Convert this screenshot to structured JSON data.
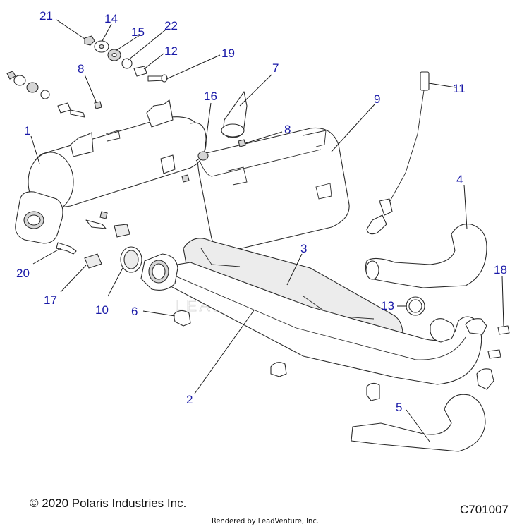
{
  "diagram": {
    "callouts": [
      {
        "id": "c21",
        "label": "21"
      },
      {
        "id": "c14",
        "label": "14"
      },
      {
        "id": "c15",
        "label": "15"
      },
      {
        "id": "c22",
        "label": "22"
      },
      {
        "id": "c12",
        "label": "12"
      },
      {
        "id": "c19",
        "label": "19"
      },
      {
        "id": "c8a",
        "label": "8"
      },
      {
        "id": "c7",
        "label": "7"
      },
      {
        "id": "c16",
        "label": "16"
      },
      {
        "id": "c9",
        "label": "9"
      },
      {
        "id": "c11",
        "label": "11"
      },
      {
        "id": "c1",
        "label": "1"
      },
      {
        "id": "c8b",
        "label": "8"
      },
      {
        "id": "c4",
        "label": "4"
      },
      {
        "id": "c3",
        "label": "3"
      },
      {
        "id": "c20",
        "label": "20"
      },
      {
        "id": "c18",
        "label": "18"
      },
      {
        "id": "c17",
        "label": "17"
      },
      {
        "id": "c10",
        "label": "10"
      },
      {
        "id": "c13",
        "label": "13"
      },
      {
        "id": "c6",
        "label": "6"
      },
      {
        "id": "c2",
        "label": "2"
      },
      {
        "id": "c5",
        "label": "5"
      }
    ],
    "watermark": "LEADVENTURE"
  },
  "footer": {
    "copyright": "© 2020 Polaris Industries Inc.",
    "rendered_by": "Rendered by LeadVenture, Inc.",
    "diagram_code": "C701007"
  },
  "colors": {
    "callout_text": "#1a1aa8",
    "line_art": "#2b2b2b"
  }
}
